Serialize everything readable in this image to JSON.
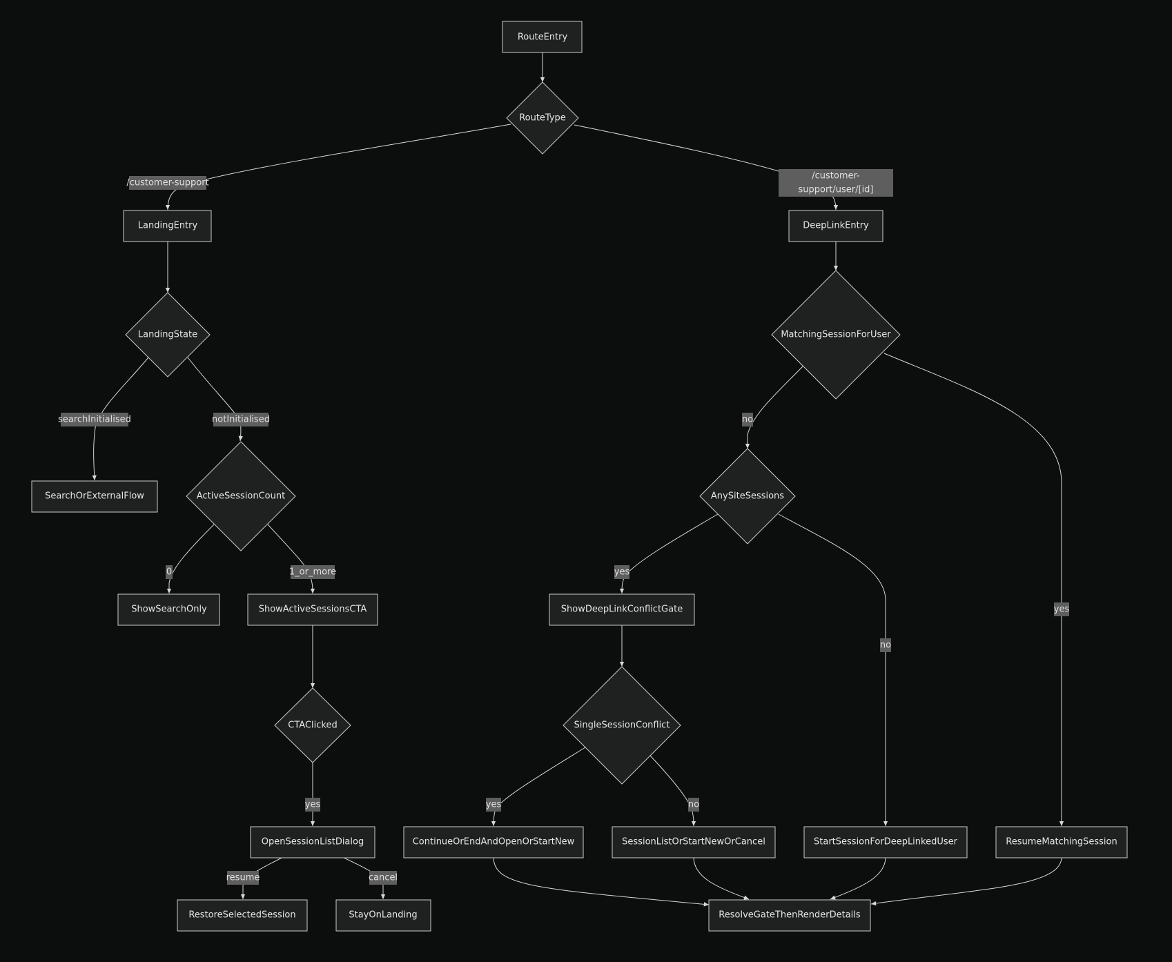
{
  "nodes": {
    "route_entry": "RouteEntry",
    "route_type": "RouteType",
    "landing_entry": "LandingEntry",
    "deep_link_entry": "DeepLinkEntry",
    "landing_state": "LandingState",
    "matching_session": "MatchingSessionForUser",
    "search_or_external": "SearchOrExternalFlow",
    "active_session_count": "ActiveSessionCount",
    "any_site_sessions": "AnySiteSessions",
    "show_search_only": "ShowSearchOnly",
    "show_active_cta": "ShowActiveSessionsCTA",
    "show_conflict_gate": "ShowDeepLinkConflictGate",
    "cta_clicked": "CTAClicked",
    "single_conflict": "SingleSessionConflict",
    "open_session_list": "OpenSessionListDialog",
    "continue_or_end": "ContinueOrEndAndOpenOrStartNew",
    "session_list_or_start": "SessionListOrStartNewOrCancel",
    "start_for_deep_linked": "StartSessionForDeepLinkedUser",
    "resume_matching": "ResumeMatchingSession",
    "restore_selected": "RestoreSelectedSession",
    "stay_on_landing": "StayOnLanding",
    "resolve_gate": "ResolveGateThenRenderDetails"
  },
  "edge_labels": {
    "customer_support": "/customer-support",
    "deep_link_line1": "/customer-",
    "deep_link_line2": "support/user/[id]",
    "search_initialised": "searchInitialised",
    "not_initialised": "notInitialised",
    "no_matching": "no",
    "zero": "0",
    "one_or_more": "1_or_more",
    "any_yes": "yes",
    "any_no": "no",
    "matching_yes": "yes",
    "cta_yes": "yes",
    "conflict_yes": "yes",
    "conflict_no": "no",
    "resume": "resume",
    "cancel": "cancel"
  }
}
